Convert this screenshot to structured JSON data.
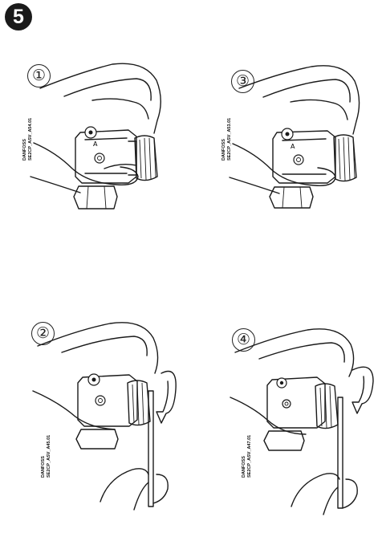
{
  "step": {
    "number": "5"
  },
  "panels": [
    {
      "id": "panel-1",
      "number": "①",
      "code_line1": "DANFOSS",
      "code_line2": "SE2CP_ASV_A54.01",
      "tool": false
    },
    {
      "id": "panel-3",
      "number": "③",
      "code_line1": "DANFOSS",
      "code_line2": "SE2CP_ASV_A53.01",
      "tool": false
    },
    {
      "id": "panel-2",
      "number": "②",
      "code_line1": "DANFOSS",
      "code_line2": "SE2CP_ASV_A45.01",
      "tool": true
    },
    {
      "id": "panel-4",
      "number": "④",
      "code_line1": "DANFOSS",
      "code_line2": "SE2CP_ASV_A47.01",
      "tool": true
    }
  ]
}
